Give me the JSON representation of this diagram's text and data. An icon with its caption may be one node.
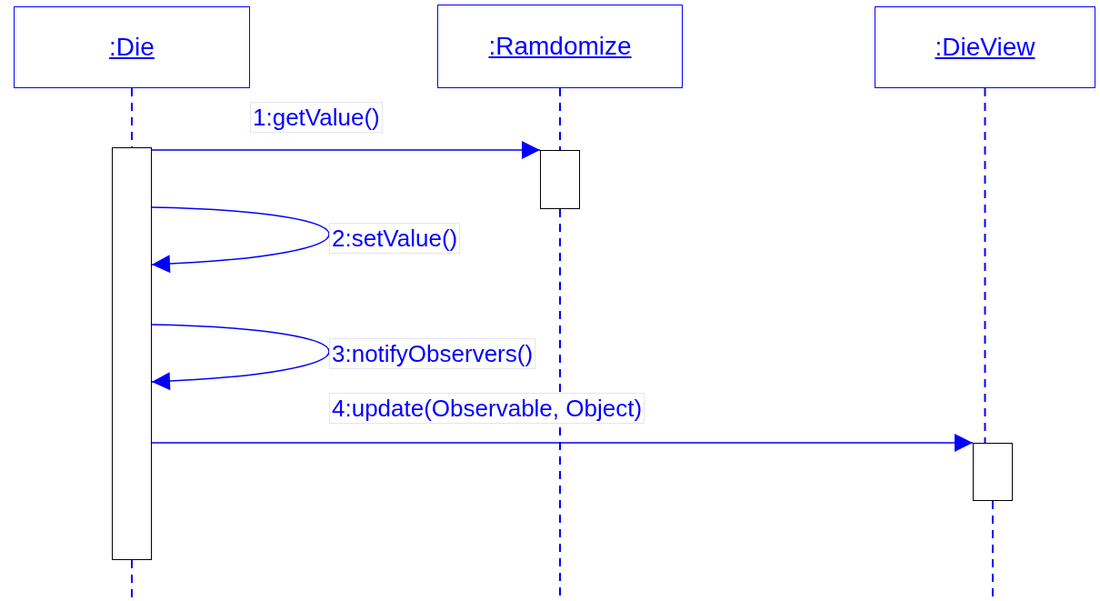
{
  "diagram": {
    "nodes": [
      {
        "text": [
          ":Die"
        ]
      },
      {
        "text": [
          ":Ramdomize"
        ]
      },
      {
        "text": [
          ":DieView"
        ]
      },
      {
        "text": [],
        "shape": "bar"
      },
      {
        "text": [],
        "shape": "bar"
      },
      {
        "text": [],
        "shape": "bar"
      }
    ],
    "edges": [
      {
        "from": 0,
        "to": 3,
        "arrow": "none",
        "style": "dashed"
      },
      {
        "from": 1,
        "to": 4,
        "arrow": "none",
        "style": "dashed"
      },
      {
        "from": 2,
        "to": 5,
        "arrow": "none",
        "style": "dashed"
      },
      {
        "from": 3,
        "to": 4,
        "arrow": "to",
        "label": "1:getValue()"
      },
      {
        "from": 3,
        "to": 3,
        "arrow": "to",
        "label": "2:setValue()"
      },
      {
        "from": 3,
        "to": 3,
        "arrow": "to",
        "label": "3:notifyObservers()"
      },
      {
        "from": 3,
        "to": 5,
        "arrow": "to",
        "label": "4:update(Observable, Object)"
      }
    ]
  }
}
